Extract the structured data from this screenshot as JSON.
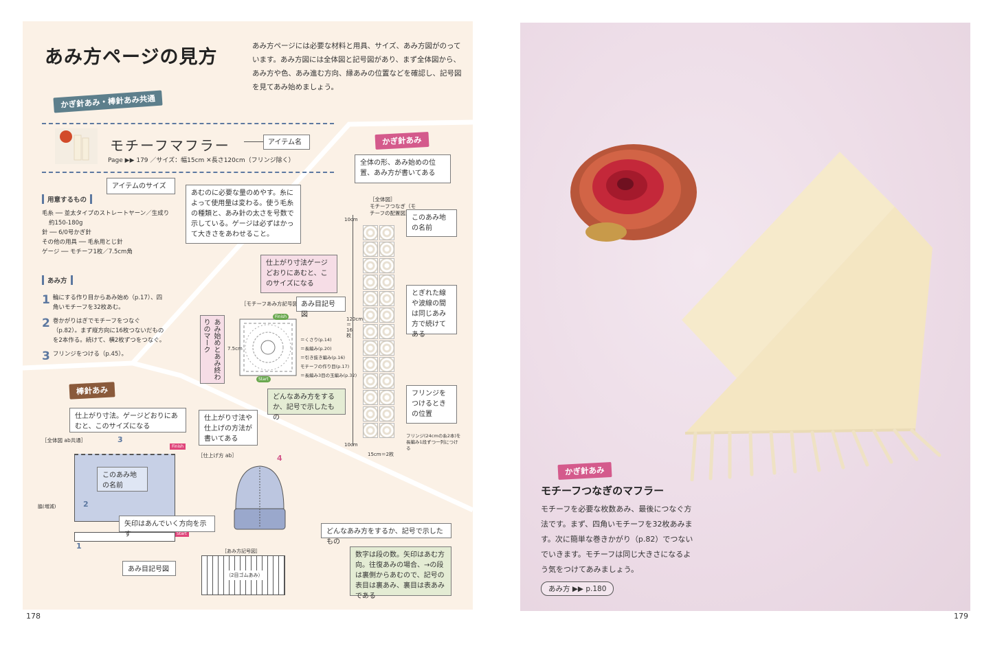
{
  "left": {
    "title": "あみ方ページの見方",
    "intro": "あみ方ページには必要な材料と用具、サイズ、あみ方図がのっています。あみ方図には全体図と記号図があり、まず全体図から、あみ方や色、あみ進む方向、縁あみの位置などを確認し、記号図を見てあみ始めましょう。",
    "section_common": "かぎ針あみ・棒針あみ共通",
    "item_name": "モチーフマフラー",
    "item_meta": "Page ▶▶ 179 ／サイズ：幅15cm ✕長さ120cm（フリンジ除く）",
    "label_item_name": "アイテム名",
    "label_item_size": "アイテムのサイズ",
    "materials_heading": "用意するもの",
    "materials": [
      "毛糸 ── 並太タイプのストレートヤーン／生成り",
      "約150-180g",
      "針 ── 6/0号かぎ針",
      "その他の用具 ── 毛糸用とじ針",
      "ゲージ ── モチーフ1枚／7.5cm角"
    ],
    "yarn_note": "あむのに必要な量のめやす。糸によって使用量は変わる。使う毛糸の種類と、あみ針の太さを号数で示している。ゲージは必ずはかって大きさをあわせること。",
    "howto_heading": "あみ方",
    "steps": [
      {
        "num": "1",
        "text": "輪にする作り目からあみ始め（p.17）、四角いモチーフを32枚あむ。"
      },
      {
        "num": "2",
        "text": "巻かがりはぎでモチーフをつなぐ（p.82）。まず縦方向に16枚つないだものを2本作る。続けて、横2枚ずつをつなぐ。"
      },
      {
        "num": "3",
        "text": "フリンジをつける（p.45）。"
      }
    ],
    "section_crochet": "かぎ針あみ",
    "crochet_overall_note": "全体の形、あみ始めの位置、あみ方が書いてある",
    "crochet_overall_label": "［全体図］",
    "crochet_overall_sub": "モチーフつなぎ（モチーフの配置図）",
    "crochet_name_note": "このあみ地の名前",
    "crochet_break_note": "とぎれた線や波線の間は同じあみ方で続けてある",
    "crochet_fringe_note": "フリンジをつけるときの位置",
    "crochet_size_note": "仕上がり寸法ゲージどおりにあむと、このサイズになる",
    "crochet_symbol_label": "あみ目記号図",
    "crochet_symbol_title": "［モチーフあみ方記号図］",
    "crochet_start_mark": "あみ始めとあみ終わりのマーク",
    "crochet_symbol_note": "どんなあみ方をするか、記号で示したもの",
    "crochet_dims": {
      "w": "15cm＝2枚",
      "h": "120cm＝16枚",
      "top": "10cm",
      "bottom": "10cm",
      "motif": "7.5cm"
    },
    "crochet_fringe_small": "フリンジ(24cmの糸2本)を長編み1段ずつ一列につける",
    "crochet_symbol_refs": [
      "＝くさり(p.14)",
      "＝長編み(p.20)",
      "＝引き抜き編み(p.16)",
      "モチーフの作り目(p.17)",
      "＝長編み3目の玉編み(p.32)"
    ],
    "start_badge": "Start",
    "finish_badge": "Finish",
    "section_knit": "棒針あみ",
    "knit_size_note": "仕上がり寸法。ゲージどおりにあむと、このサイズになる",
    "knit_finish_note": "仕上がり寸法や仕上げの方法が書いてある",
    "knit_overall_label": "［全体図 ab共通］",
    "knit_finish_label": "［仕上げ方 ab］",
    "knit_name_note": "このあみ地の名前",
    "knit_arrow_note": "矢印はあんでいく方向を示す",
    "knit_symbol_note": "どんなあみ方をするか、記号で示したもの",
    "knit_symbol_label": "あみ目記号図",
    "knit_number_note": "数字は段の数。矢印はあむ方向。往復あみの場合、→の段は裏側からあむので、記号の表目は裏あみ、裏目は表あみである",
    "knit_chart_label": "［あみ方記号図］",
    "knit_chart_sub": "（2目ゴムあみ）",
    "knit_side_label": "脇(増減)",
    "knit_step_labels": [
      "1",
      "2",
      "3",
      "4"
    ],
    "page_number": "178"
  },
  "right": {
    "section_label": "かぎ針あみ",
    "product_title": "モチーフつなぎのマフラー",
    "description": "モチーフを必要な枚数あみ、最後につなぐ方法です。まず、四角いモチーフを32枚あみます。次に簡単な巻きかがり（p.82）でつないでいきます。モチーフは同じ大きさになるよう気をつけてあみましょう。",
    "howto_link": "あみ方 ▶▶ p.180",
    "page_number": "179"
  },
  "colors": {
    "accent_blue": "#5c78a0",
    "ribbon_teal": "#5d7f8c",
    "ribbon_brown": "#8a5a3b",
    "ribbon_pink": "#d45a8c",
    "page_beige": "#fbf1e6",
    "photo_bg": "#ecdbe6"
  },
  "icons": [
    "muffler-thumbnail",
    "flower-photo",
    "scarf-photo",
    "hat-diagram",
    "square-motif-diagram"
  ]
}
